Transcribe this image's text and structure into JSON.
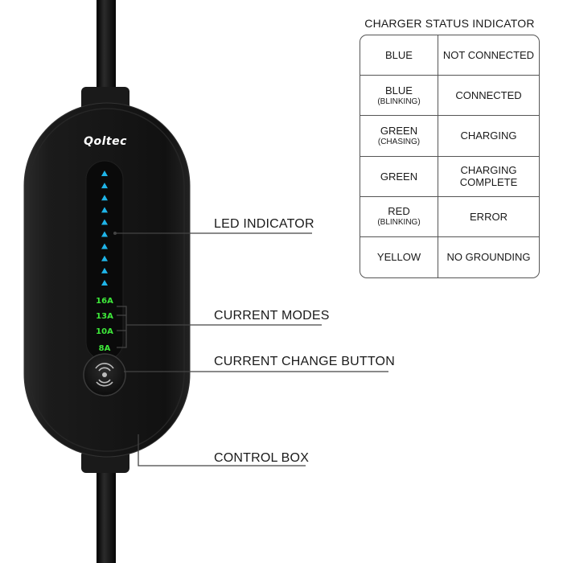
{
  "device": {
    "brand": "Qoltec",
    "leds": {
      "arrow_count": 10,
      "color": "#1fb4e8"
    },
    "current_labels": [
      "16A",
      "13A",
      "10A",
      "8A"
    ],
    "current_label_color": "#3ee83a",
    "body_color": "#151515",
    "cable_color": "#0d0d0d"
  },
  "callouts": {
    "led_indicator": "LED INDICATOR",
    "current_modes": "CURRENT MODES",
    "current_change_button": "CURRENT CHANGE BUTTON",
    "control_box": "CONTROL BOX"
  },
  "status_table": {
    "title": "CHARGER STATUS INDICATOR",
    "rows": [
      {
        "led": "BLUE",
        "led_sub": "",
        "status": "NOT CONNECTED",
        "status_line2": ""
      },
      {
        "led": "BLUE",
        "led_sub": "(BLINKING)",
        "status": "CONNECTED",
        "status_line2": ""
      },
      {
        "led": "GREEN",
        "led_sub": "(CHASING)",
        "status": "CHARGING",
        "status_line2": ""
      },
      {
        "led": "GREEN",
        "led_sub": "",
        "status": "CHARGING",
        "status_line2": "COMPLETE"
      },
      {
        "led": "RED",
        "led_sub": "(BLINKING)",
        "status": "ERROR",
        "status_line2": ""
      },
      {
        "led": "YELLOW",
        "led_sub": "",
        "status": "NO GROUNDING",
        "status_line2": ""
      }
    ]
  }
}
